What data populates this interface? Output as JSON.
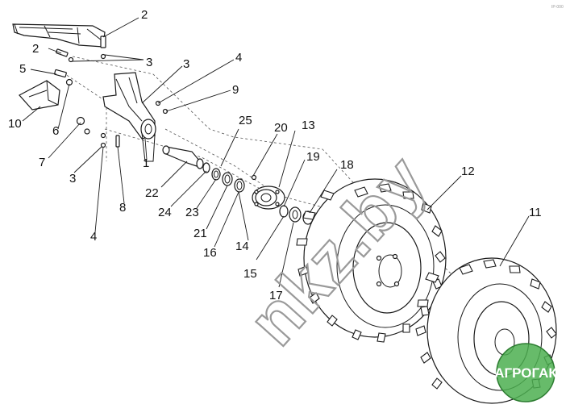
{
  "corner_mark": "IP-000",
  "watermark": "nkz.by",
  "badge": {
    "text": "AГРОГАК",
    "color": "#4caf50"
  },
  "callouts": {
    "c1": "1",
    "c2a": "2",
    "c2b": "2",
    "c3a": "3",
    "c3b": "3",
    "c3c": "3",
    "c4a": "4",
    "c4b": "4",
    "c5": "5",
    "c6": "6",
    "c7": "7",
    "c8": "8",
    "c9": "9",
    "c10": "10",
    "c11": "11",
    "c12": "12",
    "c13": "13",
    "c14": "14",
    "c15": "15",
    "c16": "16",
    "c17": "17",
    "c18": "18",
    "c19": "19",
    "c20": "20",
    "c21": "21",
    "c22": "22",
    "c23": "23",
    "c24": "24",
    "c25": "25"
  }
}
